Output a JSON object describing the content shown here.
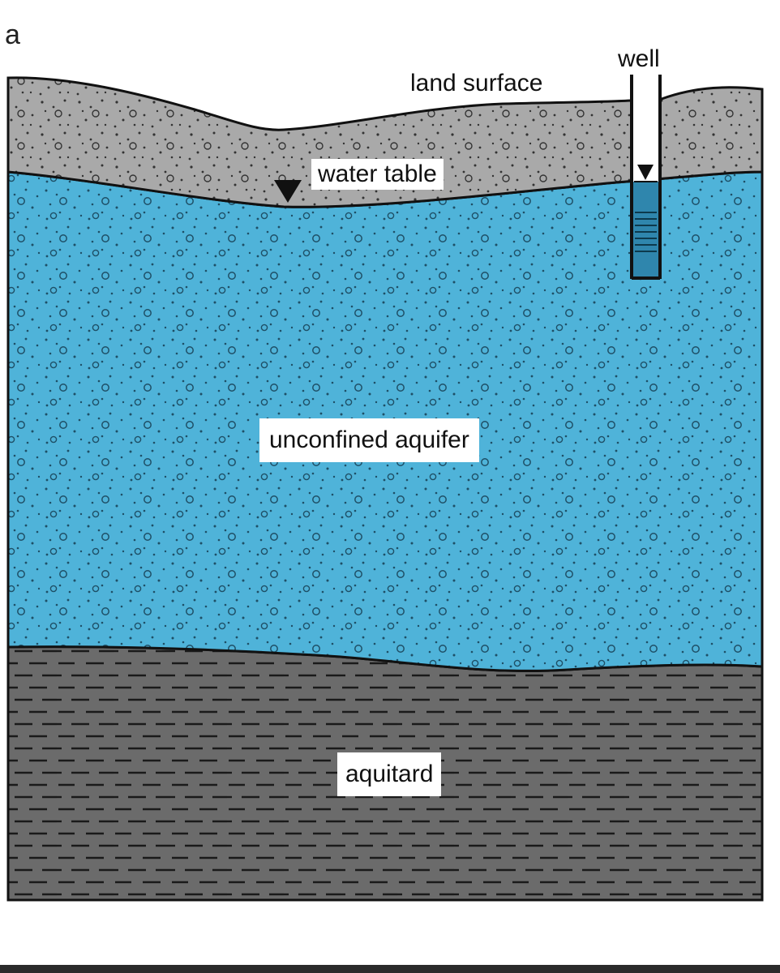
{
  "panel_label": "a",
  "labels": {
    "well": "well",
    "land_surface": "land surface",
    "water_table": "water table",
    "unconfined_aquifer": "unconfined aquifer",
    "aquitard": "aquitard"
  },
  "colors": {
    "soil": "#a9a9a9",
    "aquifer": "#4fb3d9",
    "aquitard": "#6b6b6b",
    "well_water": "#2f86ad",
    "outline": "#111111"
  }
}
